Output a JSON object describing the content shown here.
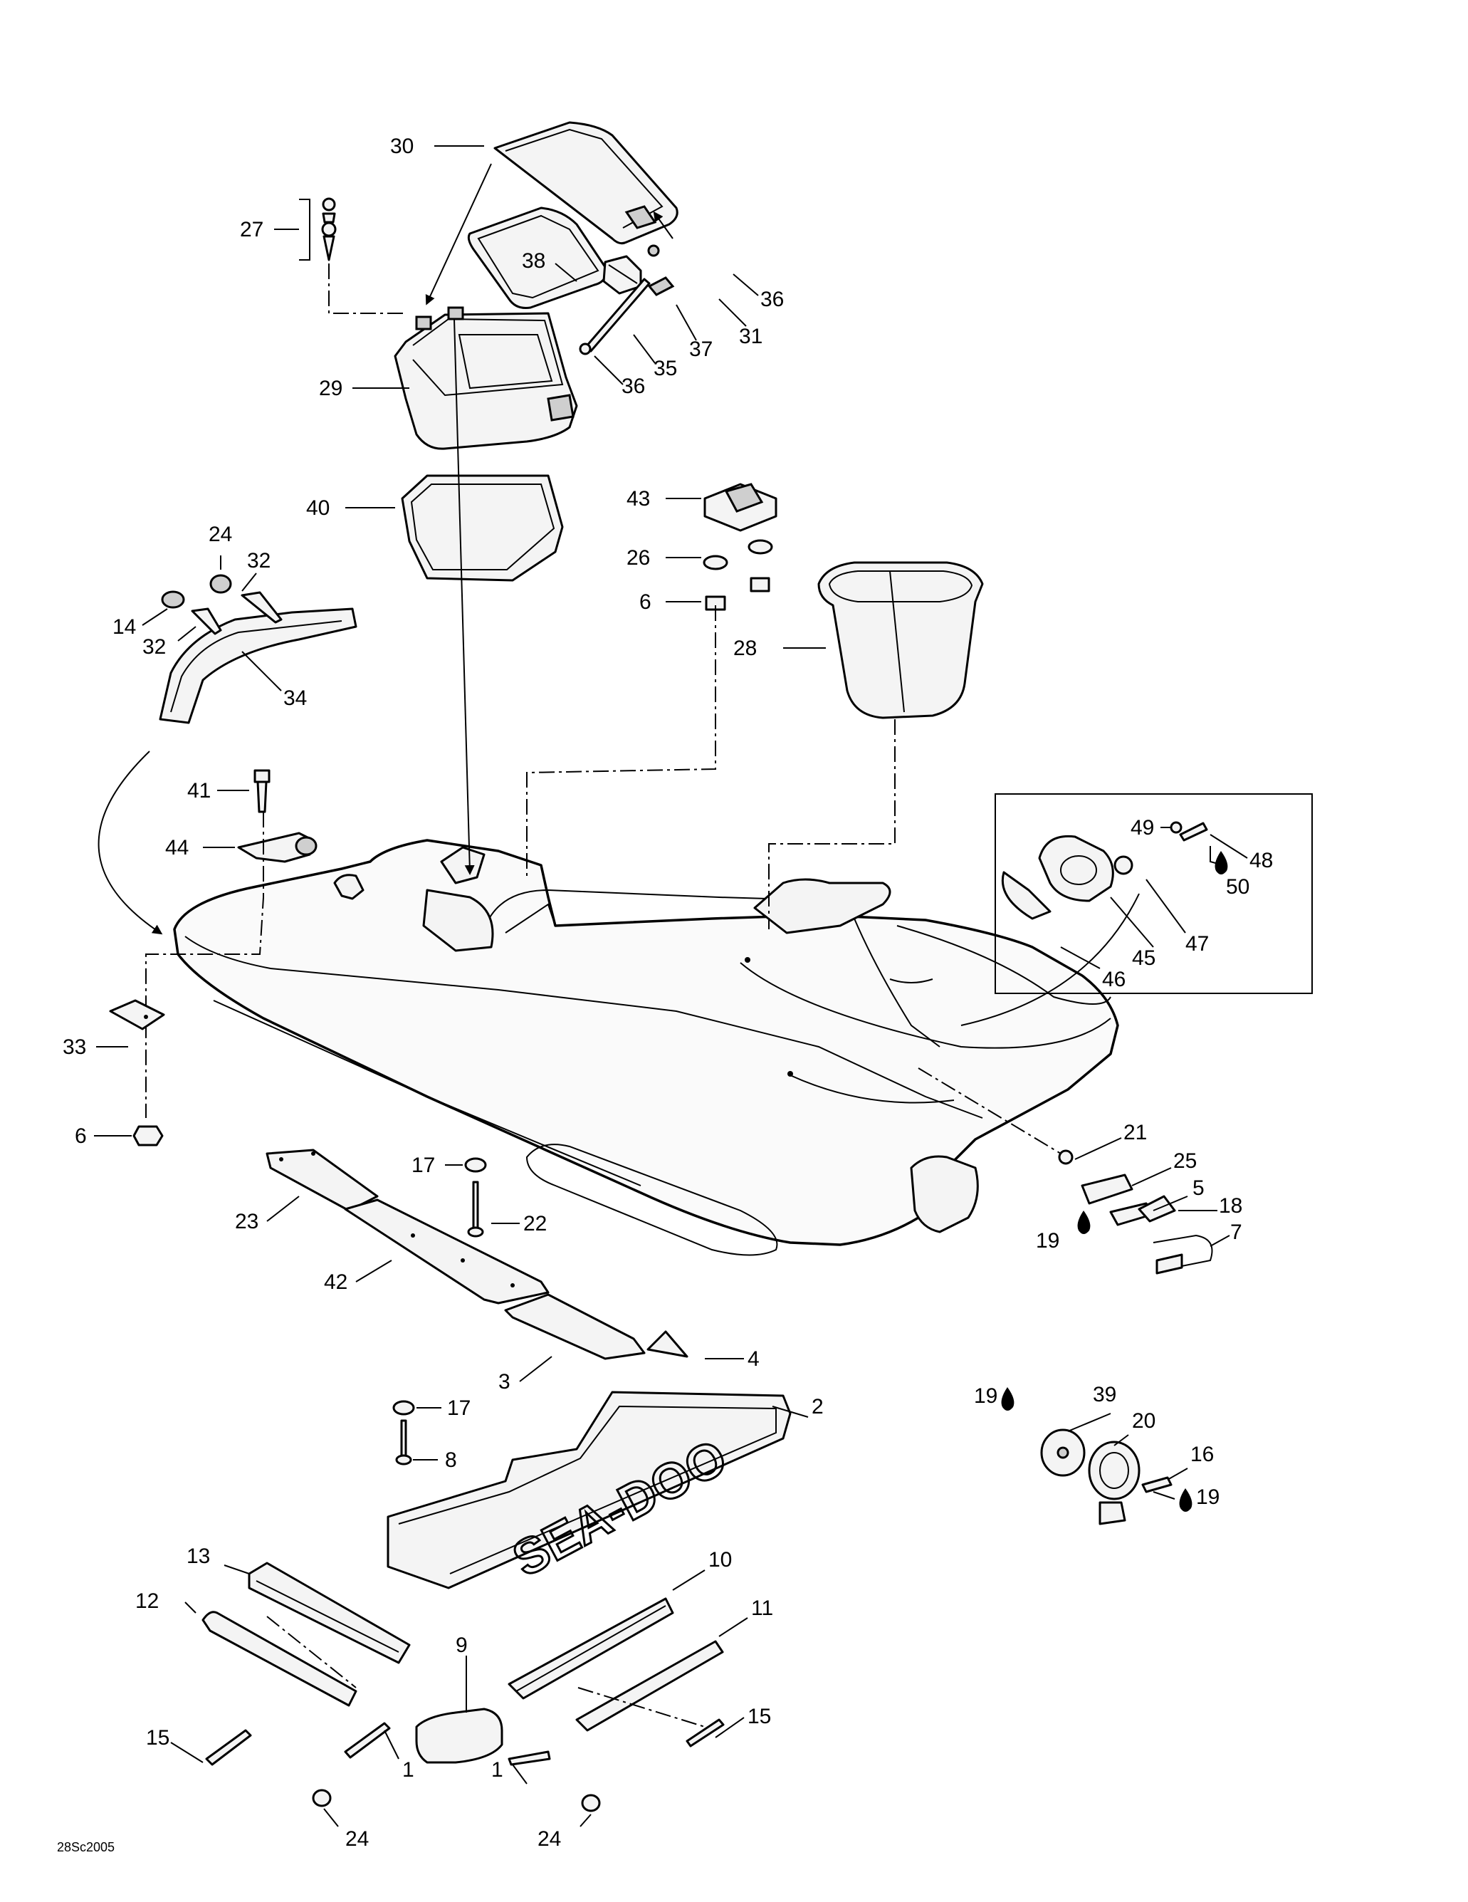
{
  "diagram": {
    "code": "28Sc2005",
    "logo_text": "SEA-DOO",
    "callouts": [
      "30",
      "27",
      "38",
      "36",
      "37",
      "31",
      "35",
      "36",
      "29",
      "40",
      "43",
      "26",
      "6",
      "28",
      "24",
      "32",
      "14",
      "32",
      "34",
      "41",
      "44",
      "49",
      "48",
      "50",
      "47",
      "45",
      "46",
      "33",
      "6",
      "21",
      "25",
      "5",
      "18",
      "7",
      "19",
      "17",
      "22",
      "23",
      "42",
      "3",
      "4",
      "2",
      "19",
      "39",
      "20",
      "16",
      "19",
      "17",
      "8",
      "13",
      "10",
      "12",
      "11",
      "9",
      "15",
      "15",
      "1",
      "1",
      "24",
      "24"
    ]
  }
}
